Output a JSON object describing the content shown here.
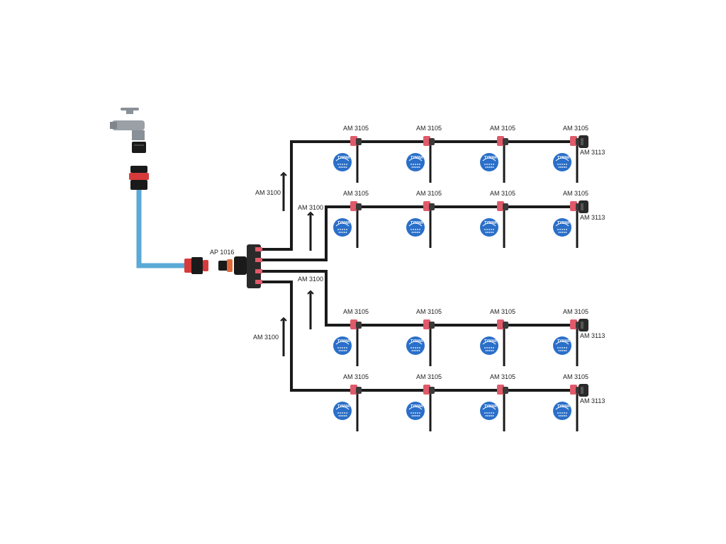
{
  "labels": {
    "coupler": "AP 1016",
    "stake": "AM 3100",
    "dripper": "AM 3105",
    "end_cap": "AM 3113"
  },
  "dripper_brand": "TYMAR",
  "rows": [
    {
      "drippers": [
        "AM 3105",
        "AM 3105",
        "AM 3105",
        "AM 3105"
      ],
      "end_cap": "AM 3113"
    },
    {
      "drippers": [
        "AM 3105",
        "AM 3105",
        "AM 3105",
        "AM 3105"
      ],
      "end_cap": "AM 3113"
    },
    {
      "drippers": [
        "AM 3105",
        "AM 3105",
        "AM 3105",
        "AM 3105"
      ],
      "end_cap": "AM 3113"
    },
    {
      "drippers": [
        "AM 3105",
        "AM 3105",
        "AM 3105",
        "AM 3105"
      ],
      "end_cap": "AM 3113"
    }
  ],
  "stakes": [
    "AM 3100",
    "AM 3100",
    "AM 3100",
    "AM 3100"
  ],
  "colors": {
    "pipe": "#1a1a1a",
    "hose": "#5aa9d6",
    "accent_red": "#d63b3b",
    "dripper_pink": "#e05a6a",
    "nozzle_blue": "#2a6fc9",
    "faucet_gray": "#8a9097"
  }
}
